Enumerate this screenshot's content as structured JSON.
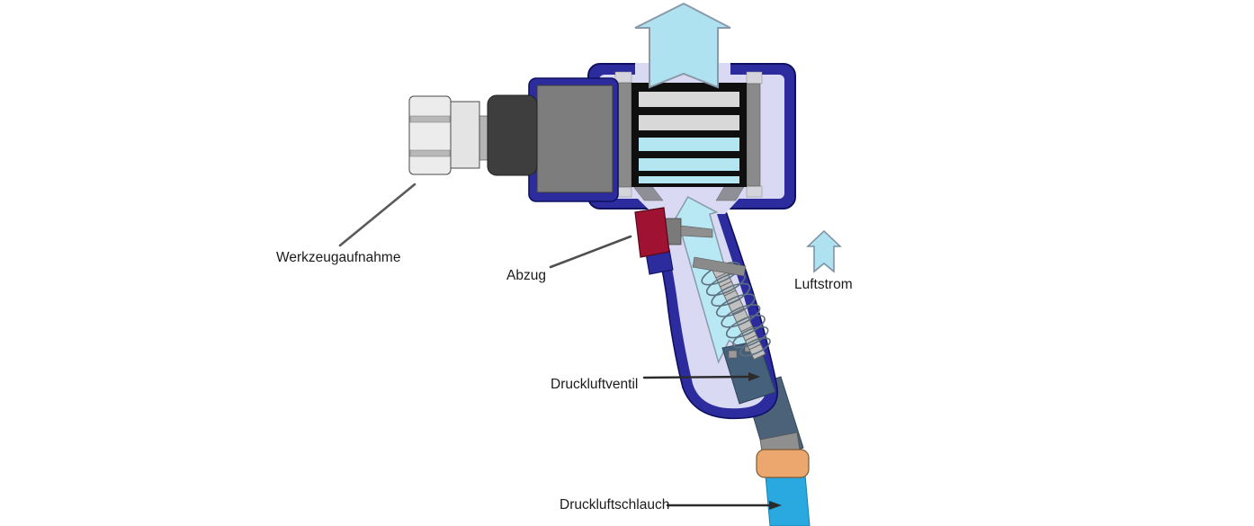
{
  "diagram": {
    "labels": {
      "tool_mount": "Werkzeugaufnahme",
      "trigger": "Abzug",
      "airflow_legend": "Luftstrom",
      "air_valve": "Druckluftventil",
      "air_hose": "Druckluftschlauch"
    },
    "colors": {
      "housing_navy": "#2c2c9e",
      "housing_border": "#101060",
      "inner_lavender": "#d9d9f3",
      "air_cyan": "#aee2f0",
      "motor_slat_gray": "#d8d8d8",
      "motor_slat_cyan": "#b3e6f0",
      "motor_frame_black": "#0f0f0f",
      "metal_gray": "#8a8a8a",
      "gear_gray": "#7d7d7d",
      "collar_dark": "#3e3e3e",
      "collet_light": "#ececec",
      "trigger_red": "#a01232",
      "valve_slate": "#4b6278",
      "connector_orange": "#eba76e",
      "hose_blue": "#2aa9e0"
    }
  }
}
